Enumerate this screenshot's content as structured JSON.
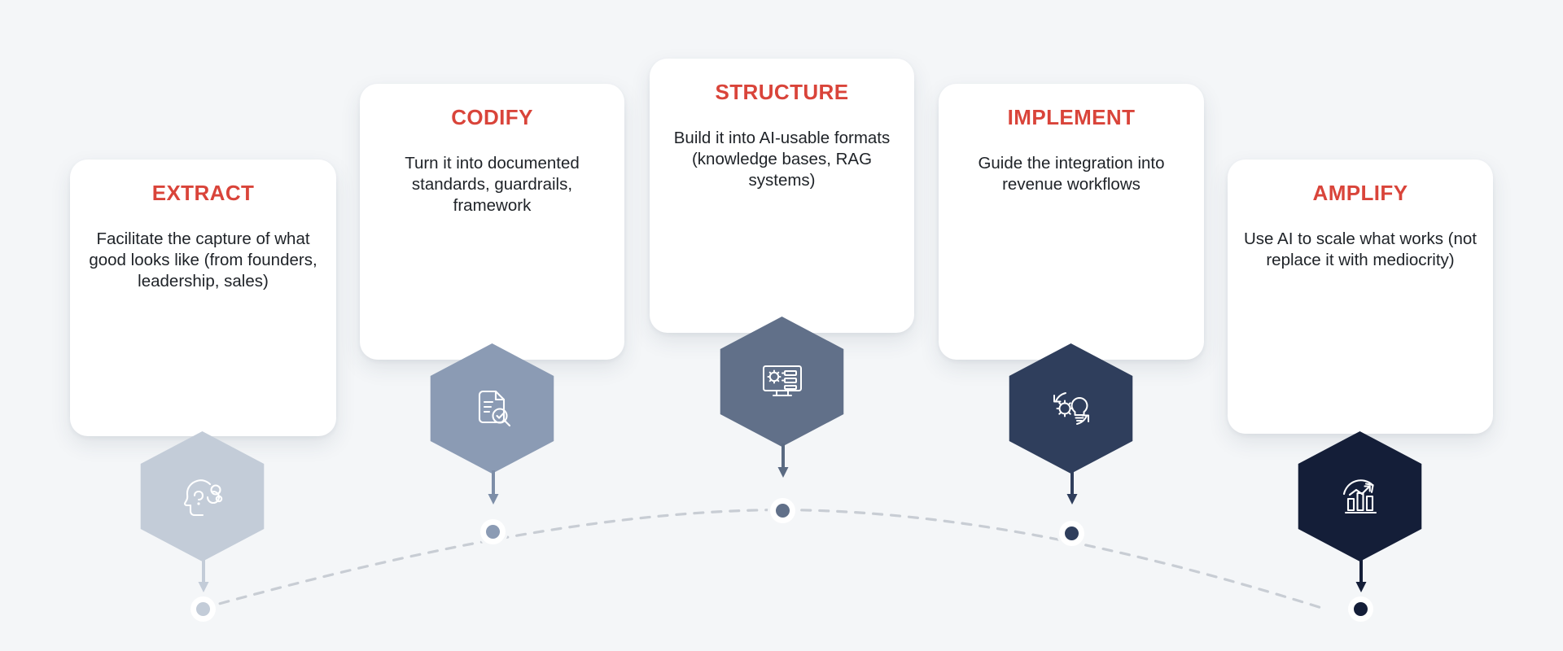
{
  "background_color": "#f4f6f8",
  "accent_color": "#d9443a",
  "body_text_color": "#1e2227",
  "diagram": {
    "type": "process-flow",
    "orientation": "horizontal-arc",
    "stage_count": 5,
    "stages": [
      {
        "index": 1,
        "title": "EXTRACT",
        "description": "Facilitate the capture of what good looks like (from founders, leadership, sales)",
        "icon": "head-thinking-icon",
        "hex_color": "#c3ccd8",
        "node_color": "#c3ccd8",
        "arrow_color": "#c3ccd8"
      },
      {
        "index": 2,
        "title": "CODIFY",
        "description": "Turn it into documented standards, guardrails, framework",
        "icon": "document-magnifier-icon",
        "hex_color": "#8b9bb4",
        "node_color": "#8b9bb4",
        "arrow_color": "#7d8ea8"
      },
      {
        "index": 3,
        "title": "STRUCTURE",
        "description": "Build it into AI-usable formats (knowledge bases, RAG systems)",
        "icon": "monitor-gear-data-icon",
        "hex_color": "#617089",
        "node_color": "#617089",
        "arrow_color": "#5a6a82"
      },
      {
        "index": 4,
        "title": "IMPLEMENT",
        "description": "Guide the integration into revenue workflows",
        "icon": "gear-lightbulb-sync-icon",
        "hex_color": "#2f3e5c",
        "node_color": "#2f3e5c",
        "arrow_color": "#2f3e5c"
      },
      {
        "index": 5,
        "title": "AMPLIFY",
        "description": "Use AI to scale what works (not replace it with mediocrity)",
        "icon": "growth-chart-arrow-icon",
        "hex_color": "#141e38",
        "node_color": "#141e38",
        "arrow_color": "#141e38"
      }
    ],
    "connector": {
      "style": "dashed-arc",
      "color": "#c8cdd4"
    }
  }
}
